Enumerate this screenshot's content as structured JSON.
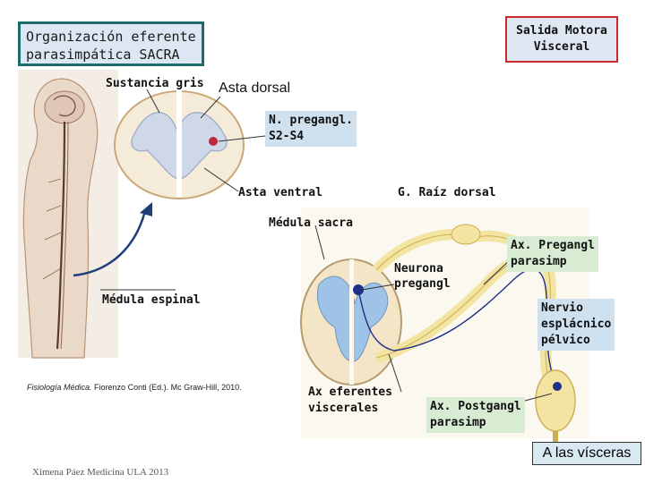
{
  "title": "Organización eferente parasimpática SACRA",
  "title_line1": "Organización eferente",
  "title_line2": "parasimpática SACRA",
  "salida_line1": "Salida Motora",
  "salida_line2": "Visceral",
  "labels": {
    "sustancia_gris": "Sustancia gris",
    "asta_dorsal": "Asta dorsal",
    "n_pregangl_line1": "N. pregangl.",
    "n_pregangl_line2": "S2-S4",
    "asta_ventral": "Asta ventral",
    "g_raiz_dorsal": "G. Raíz dorsal",
    "medula_sacra": "Médula sacra",
    "neurona_line1": "Neurona",
    "neurona_line2": "pregangl",
    "ax_pregangl_line1": "Ax. Pregangl",
    "ax_pregangl_line2": "parasimp",
    "medula_espinal": "Médula espinal",
    "nervio_line1": "Nervio",
    "nervio_line2": "esplácnico",
    "nervio_line3": "pélvico",
    "ax_eferentes_line1": "Ax eferentes",
    "ax_eferentes_line2": "viscerales",
    "ax_postgangl_line1": "Ax. Postgangl",
    "ax_postgangl_line2": "parasimp",
    "a_las_visceras": "A las vísceras"
  },
  "credit": {
    "source_title": "Fisiología Médica.",
    "source_rest": " Fiorenzo Conti (Ed.). Mc Graw-Hill, 2010."
  },
  "footer": "Ximena Páez Medicina ULA 2013",
  "colors": {
    "title_border": "#1e6b6b",
    "salida_border": "#cc2a2a",
    "label_blue_bg": "#cfe1ef",
    "label_green_bg": "#d7ecd2",
    "neuron_red": "#c0283c",
    "neuron_blue": "#1f2f8a",
    "nerve_yellow": "#f3e4a2"
  }
}
